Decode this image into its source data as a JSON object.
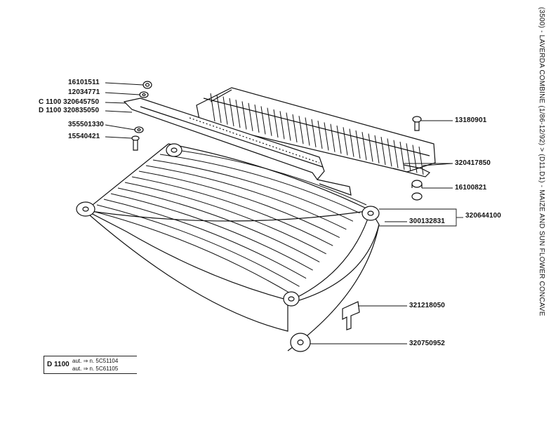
{
  "side_title": "(3500) - LAVERDA COMBINE (1/86-12/92) > (D11.D1) - MAIZE AND SUN FLOWER CONCAVE",
  "labels": {
    "p16101511": "16101511",
    "p12034771": "12034771",
    "c1100": "C 1100 320645750",
    "d1100": "D 1100 320835050",
    "p355501330": "355501330",
    "p15540421": "15540421",
    "p13180901": "13180901",
    "p320417850": "320417850",
    "p16100821": "16100821",
    "p320644100": "320644100",
    "p300132831": "300132831",
    "p321218050": "321218050",
    "p320750952": "320750952"
  },
  "legend": {
    "model": "D 1100",
    "row1_prefix": "aut.",
    "row1_value": "n. 5C51104",
    "row2_prefix": "aut.",
    "row2_value": "n. 5C61105",
    "arrow": "⇒"
  }
}
